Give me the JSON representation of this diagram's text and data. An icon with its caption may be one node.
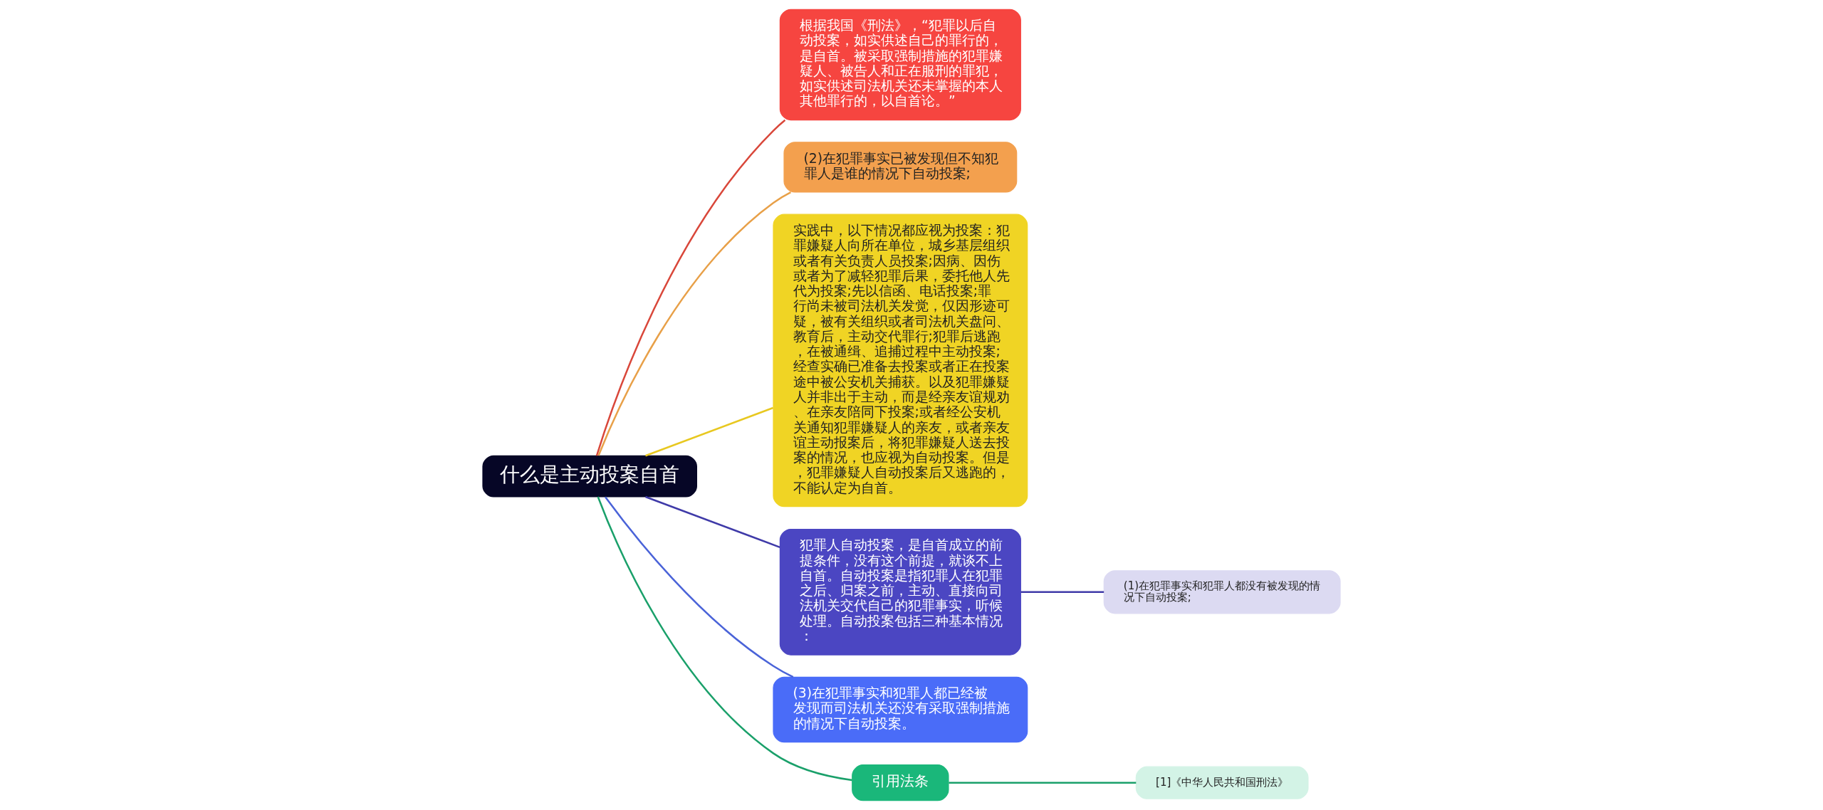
{
  "diagram": {
    "nodes": [
      {
        "text": [
          "什么是主动投案自首"
        ]
      },
      {
        "text": [
          "根据我国《刑法》，“犯罪以后自动投案，如实供述自己的罪行的，是自首。被采取强制措施的犯罪嫌疑人、被告人和正在服刑的罪犯，如实供述司法机关还未掌握的本人其他罪行的，以自首论。”"
        ]
      },
      {
        "text": [
          "(2)在犯罪事实已被发现但不知犯罪人是谁的情况下自动投案;"
        ]
      },
      {
        "text": [
          "实践中，以下情况都应视为投案：犯罪嫌疑人向所在单位，城乡基层组织或者有关负责人员投案;因病、因伤或者为了减轻犯罪后果，委托他人先代为投案;先以信函、电话投案;罪行尚未被司法机关发觉，仅因形迹可疑，被有关组织或者司法机关盘问、教育后，主动交代罪行;犯罪后逃跑，在被通缉、追捕过程中主动投案;经查实确已准备去投案或者正在投案途中被公安机关捕获。以及犯罪嫌疑人并非出于主动，而是经亲友谊规劝、在亲友陪同下投案;或者经公安机关通知犯罪嫌疑人的亲友，或者亲友谊主动报案后，将犯罪嫌疑人送去投案的情况，也应视为自动投案。但是，犯罪嫌疑人自动投案后又逃跑的，不能认定为自首。"
        ]
      },
      {
        "text": [
          "犯罪人自动投案，是自首成立的前提条件，没有这个前提，就谈不上自首。自动投案是指犯罪人在犯罪之后、归案之前，主动、直接向司法机关交代自己的犯罪事实，听候处理。自动投案包括三种基本情况："
        ]
      },
      {
        "text": [
          "(1)在犯罪事实和犯罪人都没有被发现的情况下自动投案;"
        ]
      },
      {
        "text": [
          "(3)在犯罪事实和犯罪人都已经被发现而司法机关还没有采取强制措施的情况下自动投案。"
        ]
      },
      {
        "text": [
          "引用法条"
        ]
      },
      {
        "text": [
          "[1]《中华人民共和国刑法》"
        ]
      }
    ],
    "edges": [
      {
        "from": 0,
        "to": 1,
        "arrow": "none",
        "color": "#d9473a"
      },
      {
        "from": 0,
        "to": 2,
        "arrow": "none",
        "color": "#e8a048"
      },
      {
        "from": 0,
        "to": 3,
        "arrow": "none",
        "color": "#e8c820"
      },
      {
        "from": 0,
        "to": 4,
        "arrow": "none",
        "color": "#3f3aa8"
      },
      {
        "from": 4,
        "to": 5,
        "arrow": "none",
        "color": "#3f3aa8"
      },
      {
        "from": 0,
        "to": 6,
        "arrow": "none",
        "color": "#4a63d8"
      },
      {
        "from": 0,
        "to": 7,
        "arrow": "none",
        "color": "#1aa06a"
      },
      {
        "from": 7,
        "to": 8,
        "arrow": "none",
        "color": "#1aa06a"
      }
    ]
  }
}
